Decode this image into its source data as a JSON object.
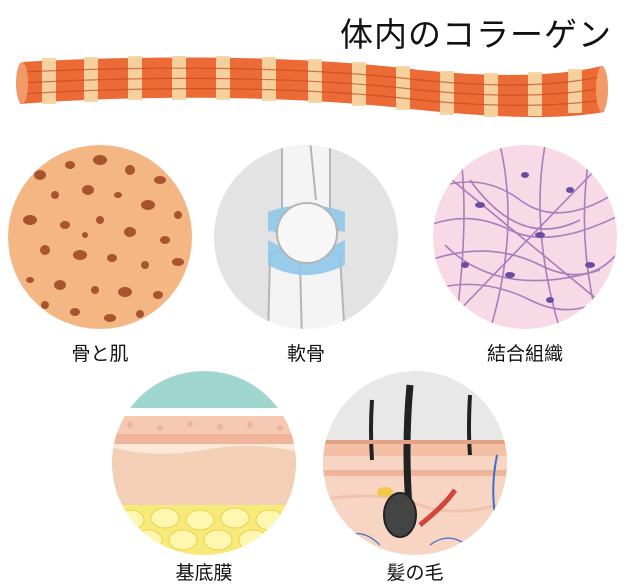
{
  "title": "体内のコラーゲン",
  "items": [
    {
      "label": "骨と肌"
    },
    {
      "label": "軟骨"
    },
    {
      "label": "結合組織"
    },
    {
      "label": "基底膜"
    },
    {
      "label": "髪の毛"
    }
  ],
  "colors": {
    "fiber_orange": "#ec6a35",
    "fiber_light": "#f6d6a3",
    "bone_fill": "#f4b783",
    "bone_hole": "#a7542f",
    "cartilage_bg": "#e3e3e3",
    "cartilage_blue": "#8fc7ea",
    "tissue_bg": "#f8d9e6",
    "tissue_fiber": "#9b6db6",
    "membrane_top": "#9fd6cd",
    "membrane_yellow": "#f7ea7a",
    "hair_dark": "#222222"
  }
}
